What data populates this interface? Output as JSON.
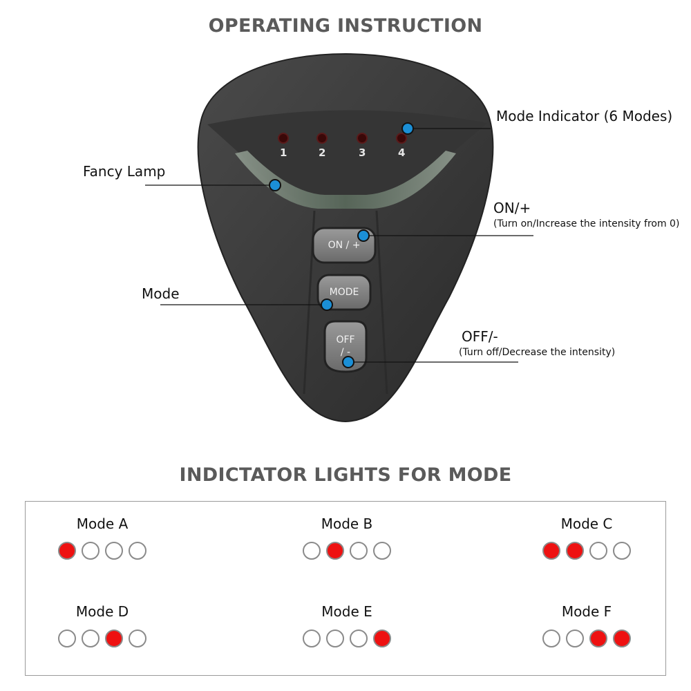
{
  "title": "OPERATING INSTRUCTION",
  "indicator_title": "INDICTATOR LIGHTS FOR MODE",
  "device": {
    "indicator_numbers": [
      "1",
      "2",
      "3",
      "4"
    ],
    "buttons": {
      "on": "ON / +",
      "mode": "MODE",
      "off_line1": "OFF",
      "off_line2": "/ -"
    }
  },
  "callouts": {
    "mode_indicator": "Mode Indicator (6 Modes)",
    "fancy_lamp": "Fancy Lamp",
    "on_main": "ON/+",
    "on_sub": "(Turn on/Increase the intensity from 0)",
    "mode": "Mode",
    "off_main": "OFF/-",
    "off_sub": "(Turn off/Decrease the intensity)"
  },
  "colors": {
    "callout_dot": "#1b8fd6",
    "indicator_on": "#ee1111",
    "device_body": "#3a3a3a"
  },
  "modes": [
    {
      "name": "Mode A",
      "lights": [
        1,
        0,
        0,
        0
      ]
    },
    {
      "name": "Mode B",
      "lights": [
        0,
        1,
        0,
        0
      ]
    },
    {
      "name": "Mode C",
      "lights": [
        1,
        1,
        0,
        0
      ]
    },
    {
      "name": "Mode D",
      "lights": [
        0,
        0,
        1,
        0
      ]
    },
    {
      "name": "Mode E",
      "lights": [
        0,
        0,
        0,
        1
      ]
    },
    {
      "name": "Mode F",
      "lights": [
        0,
        0,
        1,
        1
      ]
    }
  ]
}
